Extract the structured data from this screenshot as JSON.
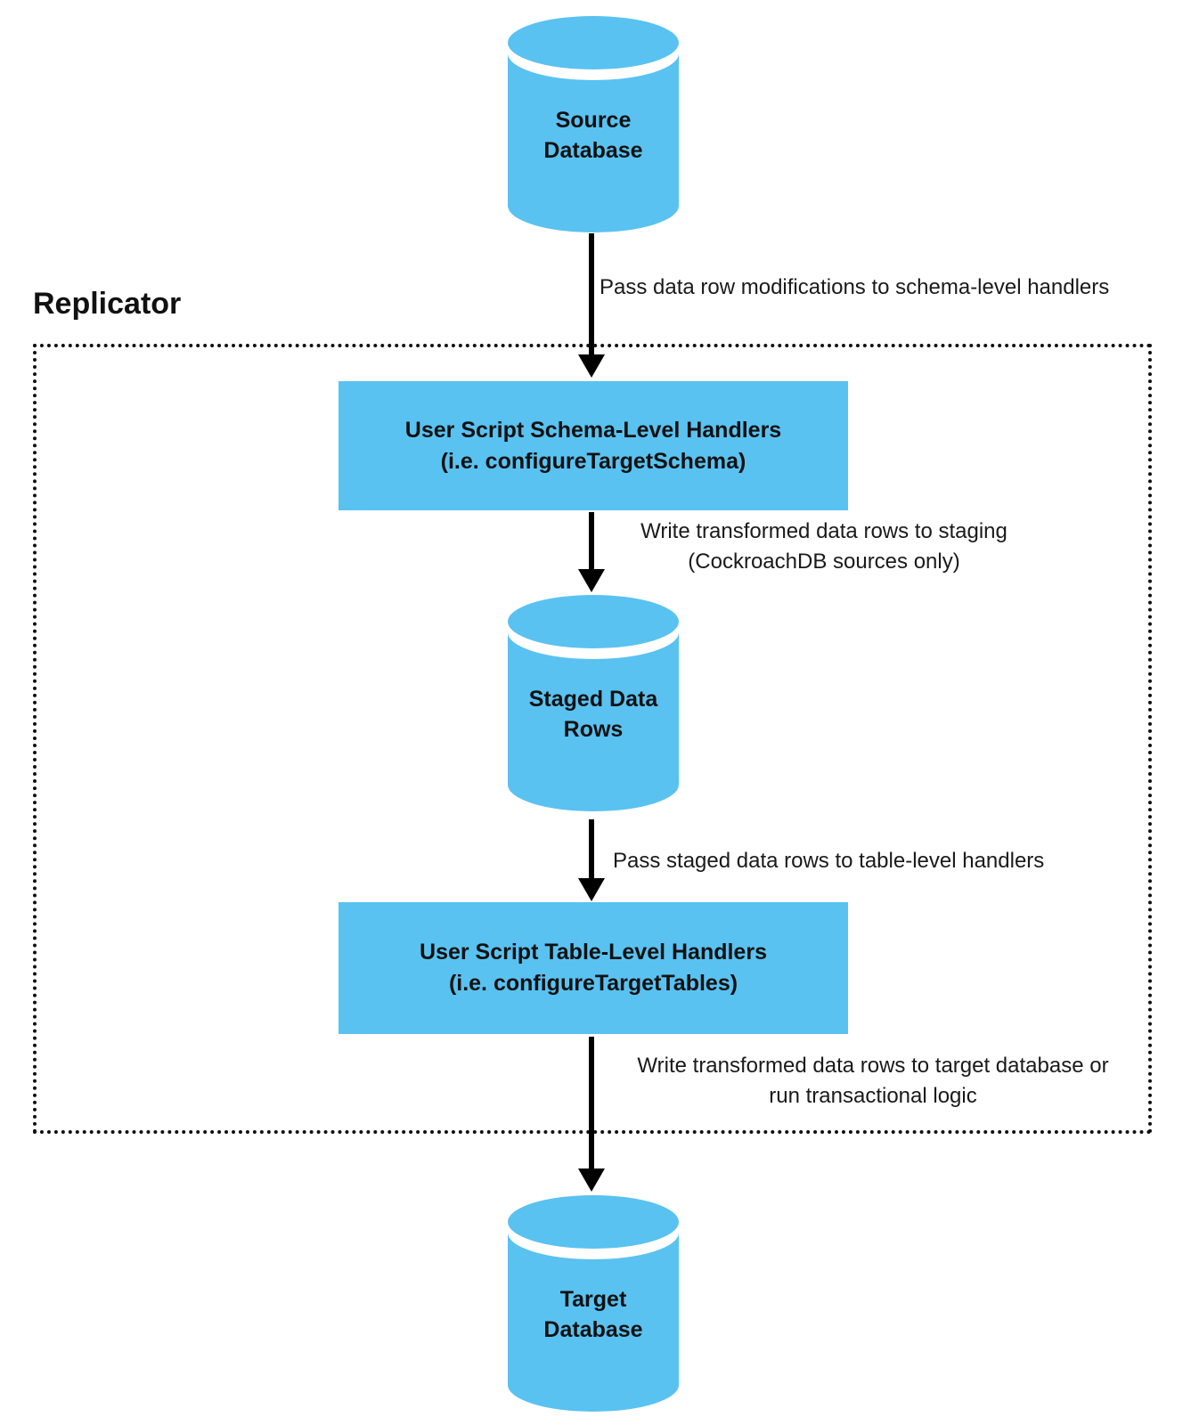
{
  "diagram": {
    "title": "Replicator",
    "colors": {
      "node_fill": "#59C2F1",
      "text": "#111111",
      "arrow": "#000000",
      "background": "#ffffff"
    },
    "nodes": {
      "source_db": {
        "line1": "Source",
        "line2": "Database"
      },
      "schema_handlers": {
        "line1": "User Script Schema-Level Handlers",
        "line2": "(i.e. configureTargetSchema)"
      },
      "staged_rows": {
        "line1": "Staged Data",
        "line2": "Rows"
      },
      "table_handlers": {
        "line1": "User Script Table-Level Handlers",
        "line2": "(i.e. configureTargetTables)"
      },
      "target_db": {
        "line1": "Target",
        "line2": "Database"
      }
    },
    "edges": {
      "edge1": {
        "label": "Pass data row modifications to schema-level handlers"
      },
      "edge2": {
        "line1": "Write transformed data rows to staging",
        "line2": "(CockroachDB sources only)"
      },
      "edge3": {
        "label": "Pass staged data rows to table-level handlers"
      },
      "edge4": {
        "line1": "Write transformed data rows to target database or",
        "line2": "run transactional logic"
      }
    }
  }
}
